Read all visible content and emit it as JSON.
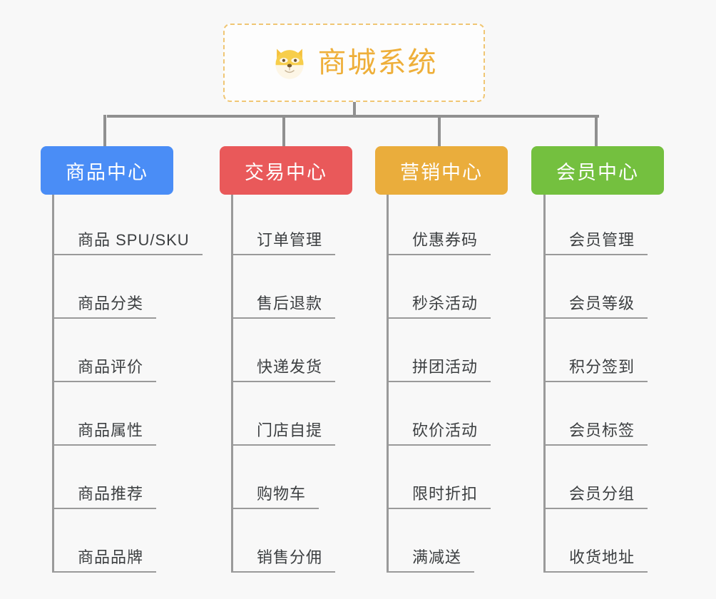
{
  "root": {
    "title": "商城系统",
    "icon": "shiba-dog-face-icon",
    "border_color": "#f0c674",
    "text_color": "#eeaf3a"
  },
  "connector_color": "#909090",
  "branches": [
    {
      "label": "商品中心",
      "color": "#4a8df6",
      "name": "product-center",
      "items": [
        "商品 SPU/SKU",
        "商品分类",
        "商品评价",
        "商品属性",
        "商品推荐",
        "商品品牌"
      ]
    },
    {
      "label": "交易中心",
      "color": "#e9595a",
      "name": "trade-center",
      "items": [
        "订单管理",
        "售后退款",
        "快递发货",
        "门店自提",
        "购物车",
        "销售分佣"
      ]
    },
    {
      "label": "营销中心",
      "color": "#eaad3c",
      "name": "marketing-center",
      "items": [
        "优惠券码",
        "秒杀活动",
        "拼团活动",
        "砍价活动",
        "限时折扣",
        "满减送"
      ]
    },
    {
      "label": "会员中心",
      "color": "#74c03f",
      "name": "member-center",
      "items": [
        "会员管理",
        "会员等级",
        "积分签到",
        "会员标签",
        "会员分组",
        "收货地址"
      ]
    }
  ]
}
